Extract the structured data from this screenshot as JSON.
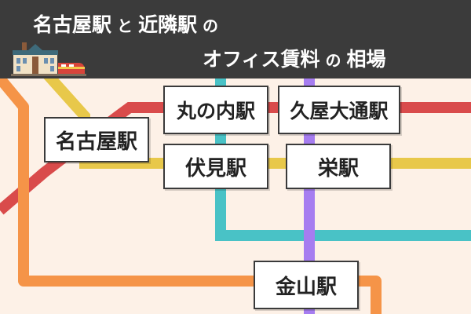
{
  "header": {
    "title_line1": {
      "a": "名古屋駅",
      "sep": "と",
      "b": "近隣駅",
      "end": "の"
    },
    "title_line2": {
      "a": "オフィス賃料",
      "sep": "の",
      "b": "相場"
    }
  },
  "stations": {
    "nagoya": "名古屋駅",
    "marunouchi": "丸の内駅",
    "hisaya_odori": "久屋大通駅",
    "fushimi": "伏見駅",
    "sakae": "栄駅",
    "kanayama": "金山駅"
  },
  "colors": {
    "background": "#fdf1e7",
    "header": "#3b3b3b",
    "line_yellow": "#e8c84a",
    "line_red": "#d94b4b",
    "line_teal": "#49c2c6",
    "line_purple": "#a67df0",
    "line_orange": "#f59448"
  },
  "icons": [
    "station-building-icon",
    "train-icon"
  ]
}
